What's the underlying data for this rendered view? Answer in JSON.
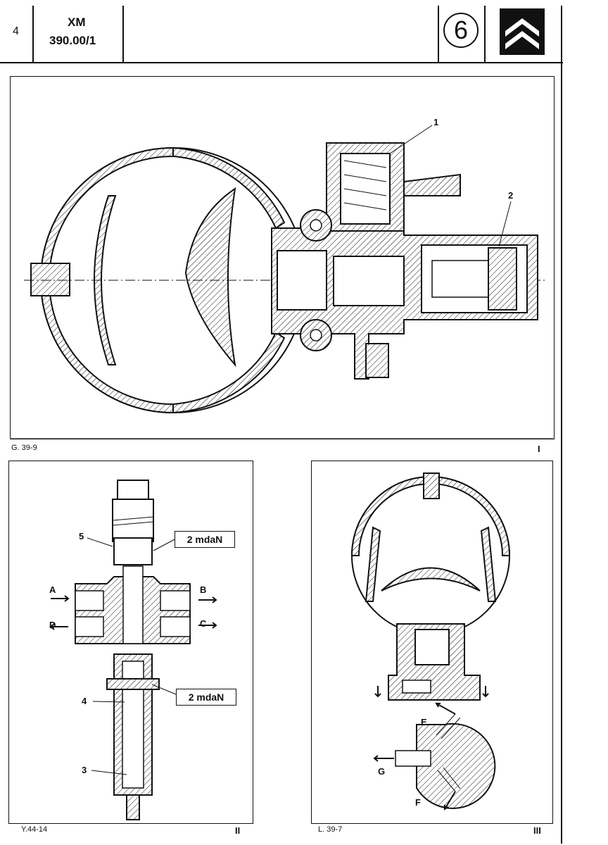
{
  "header": {
    "page_number": "4",
    "model": "XM",
    "reference": "390.00/1",
    "circle_number": "6"
  },
  "figure1": {
    "ref": "G. 39-9",
    "roman": "I",
    "labels": [
      "1",
      "2"
    ]
  },
  "figure2": {
    "ref": "Y.44-14",
    "roman": "II",
    "torque_top": "2 mdaN",
    "torque_bottom": "2 mdaN",
    "labels": {
      "n5": "5",
      "n4": "4",
      "n3": "3",
      "a": "A",
      "b": "B",
      "c": "C",
      "d": "D"
    }
  },
  "figure3": {
    "ref": "L. 39-7",
    "roman": "III",
    "labels": {
      "e": "E",
      "f": "F",
      "g": "G"
    }
  }
}
